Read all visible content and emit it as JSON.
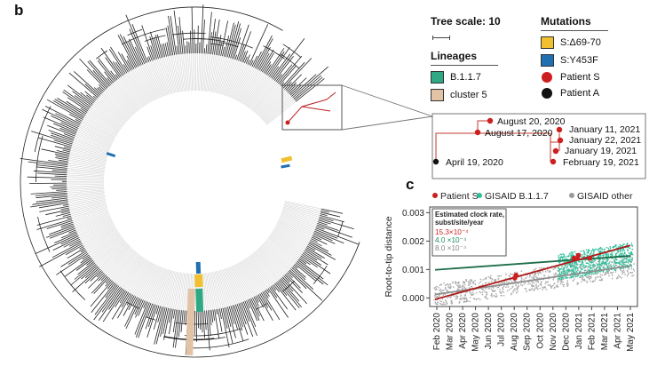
{
  "panel_b": {
    "label": "b",
    "tree_scale_label": "Tree scale: 10",
    "lineages_title": "Lineages",
    "lineages": [
      {
        "label": "B.1.1.7",
        "color": "#2fa884"
      },
      {
        "label": "cluster 5",
        "color": "#e3c3a6"
      }
    ],
    "mutations_title": "Mutations",
    "mutations": [
      {
        "label": "S:Δ69-70",
        "color": "#f0c030"
      },
      {
        "label": "S:Y453F",
        "color": "#1f6fb2"
      }
    ],
    "patients": [
      {
        "label": "Patient S",
        "color": "#cc1f1f"
      },
      {
        "label": "Patient A",
        "color": "#111111"
      }
    ],
    "inset_dates": [
      "August 20, 2020",
      "August 17, 2020",
      "January 11, 2021",
      "January 22, 2021",
      "January 19, 2021",
      "February 19, 2021",
      "April 19, 2020"
    ]
  },
  "panel_c": {
    "label": "c",
    "chart_data": {
      "type": "scatter",
      "ylabel": "Root-to-tip distance",
      "xlabel": "",
      "x_ticks": [
        "Feb 2020",
        "Mar 2020",
        "Apr 2020",
        "May 2020",
        "Jun 2020",
        "Jul 2020",
        "Aug 2020",
        "Sep 2020",
        "Oct 2020",
        "Nov 2020",
        "Dec 2020",
        "Jan 2021",
        "Feb 2021",
        "Mar 2021",
        "Apr 2021",
        "May 2021"
      ],
      "y_ticks": [
        "0.000",
        "0.001",
        "0.002",
        "0.003"
      ],
      "ylim": [
        -0.0003,
        0.0032
      ],
      "legend": [
        {
          "label": "Patient S",
          "color": "#cc1f1f"
        },
        {
          "label": "GISAID B.1.1.7",
          "color": "#2fbf9a"
        },
        {
          "label": "GISAID other",
          "color": "#9a9a9a"
        }
      ],
      "annotation_title": "Estimated clock rate,\nsubst/site/year",
      "clock_rates": [
        {
          "text": "15.3×10⁻⁴",
          "color": "#cc1f1f"
        },
        {
          "text": "4.0 ×10⁻⁴",
          "color": "#1f8a5a"
        },
        {
          "text": "8.0 ×10⁻⁴",
          "color": "#888888"
        }
      ],
      "series": [
        {
          "name": "Patient S",
          "x": [
            "2020-08-17",
            "2020-08-20",
            "2021-01-11",
            "2021-01-19",
            "2021-01-22",
            "2021-02-19"
          ],
          "y": [
            0.0007,
            0.0008,
            0.0014,
            0.0014,
            0.0015,
            0.0014
          ]
        },
        {
          "name": "Patient S fit",
          "x": [
            "2020-02-01",
            "2021-05-31"
          ],
          "y": [
            -5e-05,
            0.00185
          ]
        },
        {
          "name": "GISAID B.1.1.7 fit",
          "x": [
            "2020-02-01",
            "2021-05-31"
          ],
          "y": [
            0.00099,
            0.00148
          ]
        },
        {
          "name": "GISAID other fit",
          "x": [
            "2020-02-01",
            "2021-05-31"
          ],
          "y": [
            0.00012,
            0.00113
          ]
        }
      ]
    }
  }
}
